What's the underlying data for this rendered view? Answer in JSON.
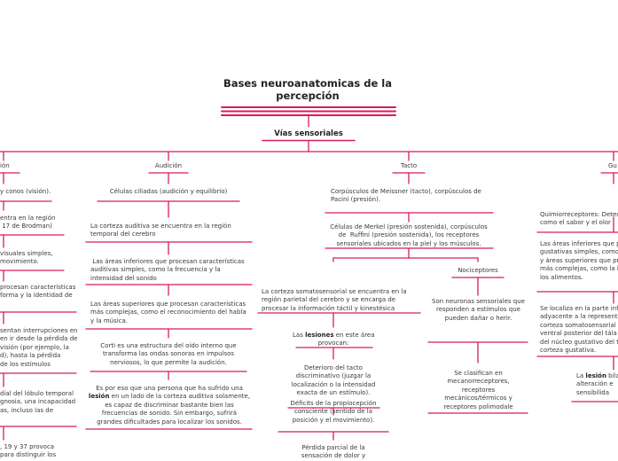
{
  "title": "Bases neuroanatomicas de la percepción",
  "subtitle": "Vías sensoriales",
  "colors": {
    "accent": "#d81b60",
    "text": "#333333",
    "background": "#ffffff"
  },
  "branches": {
    "left": "ión",
    "audicion": "Audición",
    "tacto": "Tacto",
    "right": "Gu"
  },
  "vision": {
    "n1": "y conos (visión).",
    "n2": "entra en la región\n 17 de Brodman)",
    "n3": "visuales simples,\nmovimiento.",
    "n4": "procesan características\nforma y la identidad de",
    "n5": "sentan interrupciones en\nen ir desde la pérdida de\nvisión (por ejemplo, la\nd), hasta la pérdida\nde los estímulos",
    "n6": "dial del lóbulo temporal\ngnosia, una incapacidad\nas, incluso las de",
    "n7": ", 19 y 37 provoca\npara distinguir los"
  },
  "audicion": {
    "n1": "Células ciliadas (audición y equilibrio)",
    "n2": "La corteza auditiva se encuentra en la región\ntemporal del cerebro",
    "n3": " Las áreas inferiores que procesan características\nauditivas simples, como la frecuencia y la\nintensidad del sonido",
    "n4": "Las áreas superiores que procesan características\nmás complejas, como el reconocimiento del habla\ny la música.",
    "n5": "Corti es una estructura del oído interno que\ntransforma las ondas sonoras en impulsos\nnerviosos, lo que permite la audición.",
    "n6_pre": "Es por eso que una persona que ha sufrido una\n",
    "n6_bold": "lesión",
    "n6_post": " en un lado de la corteza auditiva solamente,\nes capaz de discriminar bastante bien las\nfrecuencias de sonido. Sin embargo, sufrirá\ngrandes dificultades para localizar los sonidos."
  },
  "tacto": {
    "n1": "Corpúsculos de Meissner (tacto), corpúsculos de\nPacini (presión).",
    "n2": "Células de Merkel (presión sostenida), corpúsculos\nde  Ruffini (presión sostenida), los receptores\nsensoriales ubicados en la piel y los músculos.",
    "n3": "La corteza somatosensorial se encuentra en la\nregión parietal del cerebro y se encarga de\nprocesar la información táctil y kinestésica",
    "n4_pre": "Las ",
    "n4_bold": "lesiones",
    "n4_post": " en este área\nprovocan:",
    "n5": "Deterioro del tacto\ndiscriminativo (juzgar la\nlocalización o la intensidad\nexacta de un estímulo).",
    "n6": "Déficits de la propiocepción\nconsciente (sentido de la\nposición y el movimiento).",
    "n7": "Pérdida parcial de la\nsensación de dolor y",
    "noc": "Nociceptores",
    "noc1": "Son neuronas sensoriales que\nresponden a estímulos que\npueden dañar o herir.",
    "noc2": "Se clasifican en\nmecanorreceptores,\nreceptores\nmecánicos/térmicos y\nreceptores polimodale"
  },
  "gusto": {
    "n1": "Quimiorreceptores: Detec\ncomo el sabor y el olor",
    "n2": "Las áreas inferiores que p\ngustativas simples, como\ny áreas superiores que pr\nmás complejas, como la i\nlos alimentos.",
    "n3": "Se localiza en la parte inf\nadyacente a la representa\ncorteza somatosensorial\nventral posterior del tála\ndel núcleo gustativo del t\ncorteza gustativa.",
    "n4_pre": "La ",
    "n4_bold": "lesión",
    "n4_post": " bila\nalteración e\nsensibilida"
  }
}
